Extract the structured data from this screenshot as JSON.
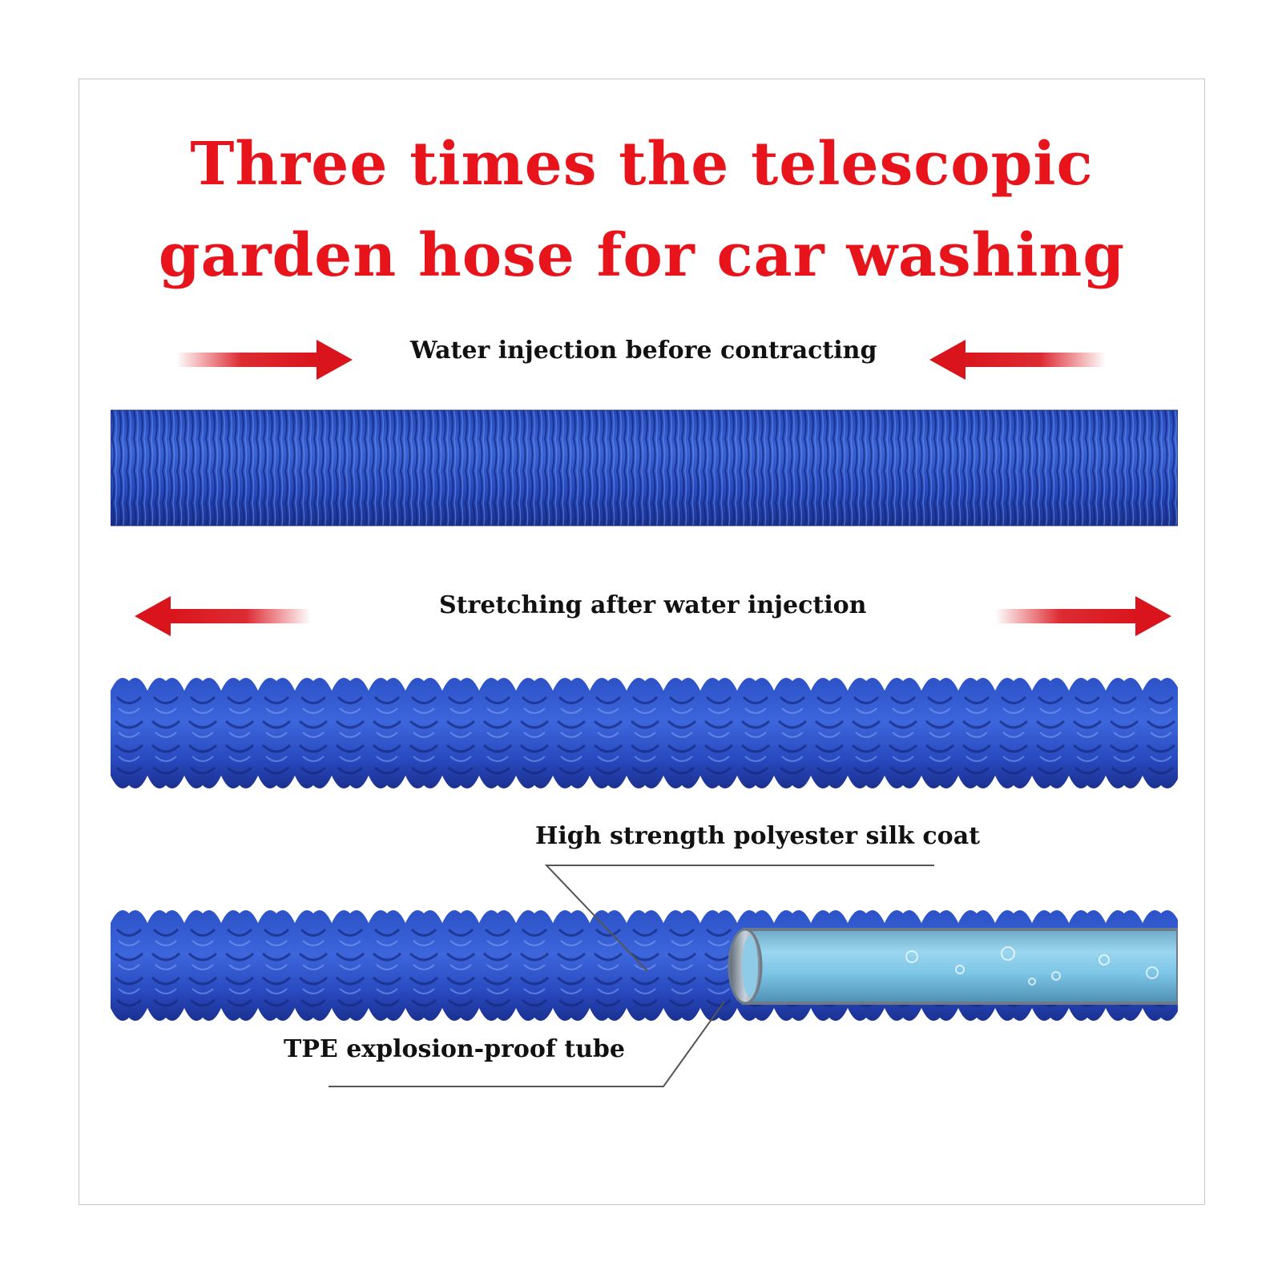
{
  "title": {
    "line1": "Three times the telescopic",
    "line2": "garden hose for car washing"
  },
  "labels": {
    "before": "Water injection before contracting",
    "after": "Stretching after water injection",
    "coat": "High strength polyester silk coat",
    "tube": "TPE explosion-proof tube"
  },
  "colors": {
    "title": "#e8141b",
    "arrow": "#d9141c",
    "hose_blue": "#2a4fc4",
    "hose_dark": "#1a2f8c",
    "hose_light": "#5c82e6",
    "tube_fill": "#7fc8e8",
    "tube_rim": "#8a96a4"
  }
}
